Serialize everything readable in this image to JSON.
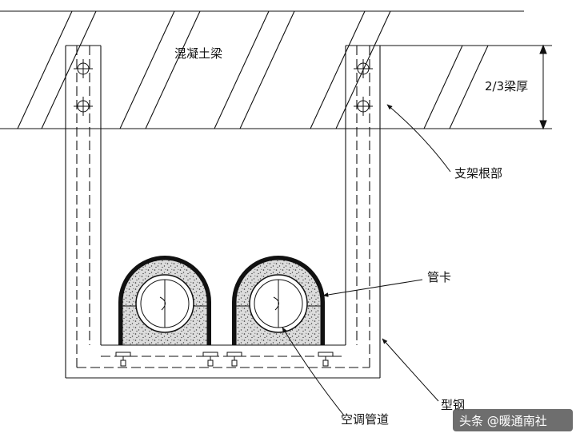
{
  "labels": {
    "beam": "混凝土梁",
    "thickness": "2/3梁厚",
    "support_root": "支架根部",
    "pipe_clamp": "管卡",
    "section_steel": "型钢",
    "ac_pipe": "空调管道"
  },
  "watermark": {
    "text": "头条 @暖通南社"
  },
  "colors": {
    "line": "#111111",
    "insulation_fill": "#d8d8d8",
    "watermark_bg": "#555555",
    "watermark_text": "#ffffff"
  }
}
